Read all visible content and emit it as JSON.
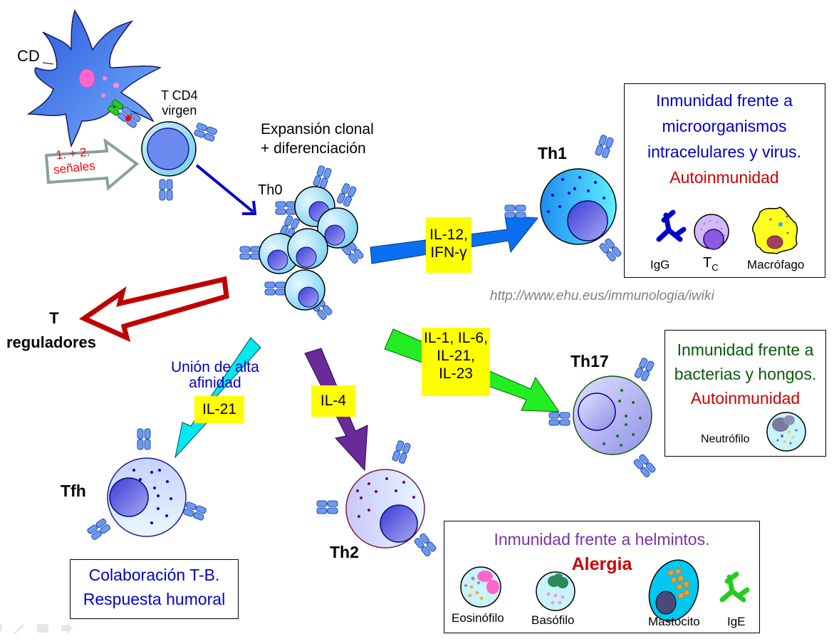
{
  "title": "Diferenciación de linfocitos T CD4",
  "colors": {
    "dendritic": "#3a6fe8",
    "naive_t": "#a8e4f8",
    "th1_arrow": "#0a6ef0",
    "th17_arrow": "#22ee22",
    "th2_arrow": "#6a2a98",
    "tfh_arrow": "#00e8f0",
    "treg_arrow": "#c00000",
    "cytokine_bg": "#ffff00",
    "text_blue": "#0000cc",
    "text_red": "#cc0000",
    "text_green": "#0a5a0a",
    "text_purple": "#7a32a8",
    "url_gray": "#808080"
  },
  "labels": {
    "cd": "CD",
    "naive_t": "T CD4\nvirgen",
    "signals": "1. + 2.\nseñales",
    "expansion": "Expansión clonal\n+ diferenciación",
    "th0": "Th0",
    "th1": "Th1",
    "th17": "Th17",
    "th2": "Th2",
    "tfh": "Tfh",
    "treg_line1": "T",
    "treg_line2": "reguladores",
    "high_affinity": "Unión de alta\nafinidad",
    "url": "http://www.ehu.eus/immunologia/iwiki"
  },
  "cytokines": {
    "th1": "IL-12,\nIFN-γ",
    "th17": "IL-1, IL-6,\nIL-21,\nIL-23",
    "th2": "IL-4",
    "tfh": "IL-21"
  },
  "boxes": {
    "th1": {
      "line1": "Inmunidad frente a",
      "line2": "microorganismos",
      "line3": "intracelulares y virus.",
      "auto": "Autoinmunidad",
      "icons": [
        {
          "label": "IgG",
          "icon": "antibody-icon"
        },
        {
          "label": "T",
          "sub": "C",
          "icon": "cytotoxic-t-cell-icon"
        },
        {
          "label": "Macrófago",
          "icon": "macrophage-icon"
        }
      ]
    },
    "th17": {
      "line1": "Inmunidad frente a",
      "line2": "bacterias y hongos.",
      "auto": "Autoinmunidad",
      "icons": [
        {
          "label": "Neutrófilo",
          "icon": "neutrophil-icon"
        }
      ]
    },
    "th2": {
      "line1": "Inmunidad frente a helmintos.",
      "allergy": "Alergia",
      "icons": [
        {
          "label": "Eosinófilo",
          "icon": "eosinophil-icon"
        },
        {
          "label": "Basófilo",
          "icon": "basophil-icon"
        },
        {
          "label": "Mastocito",
          "icon": "mast-cell-icon"
        },
        {
          "label": "IgE",
          "icon": "antibody-icon"
        }
      ]
    },
    "tfh": {
      "line1": "Colaboración T-B.",
      "line2": "Respuesta humoral"
    }
  },
  "toolbar": {
    "icons": [
      "slide-icon",
      "pen-icon",
      "menu-icon",
      "next-arrow-icon"
    ]
  }
}
